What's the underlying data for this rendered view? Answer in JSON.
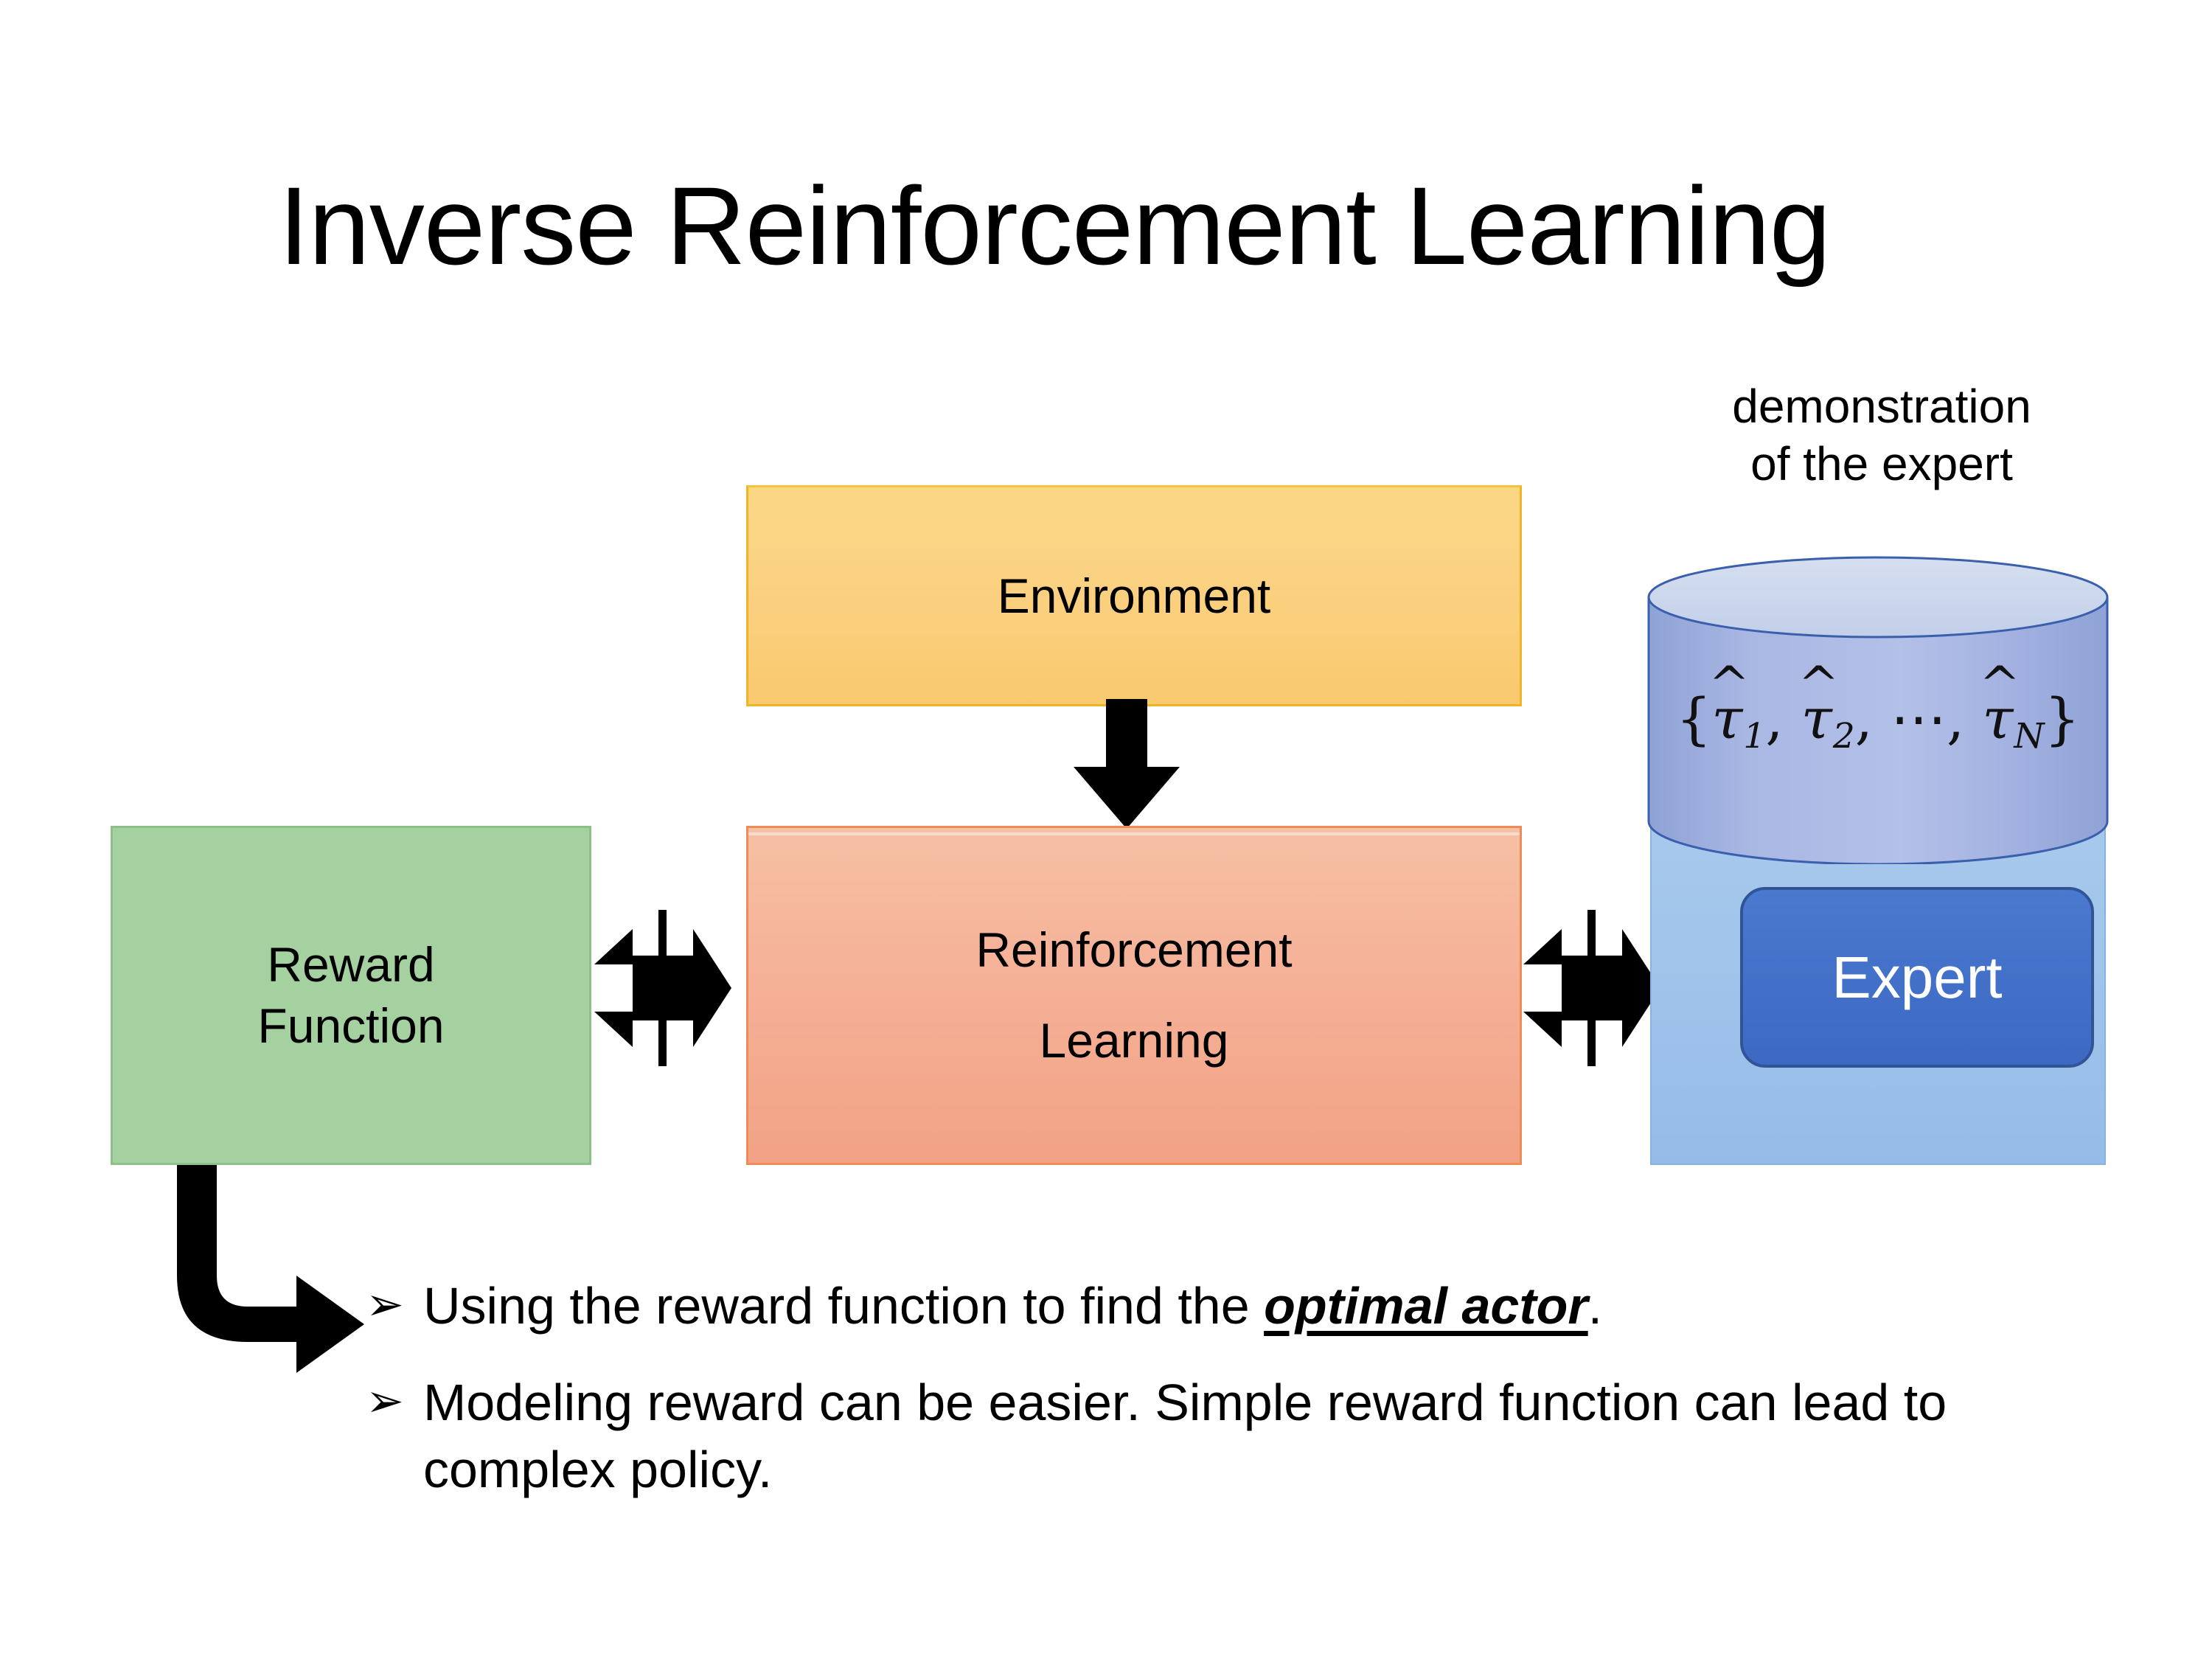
{
  "slide": {
    "title": "Inverse Reinforcement Learning",
    "background_color": "#ffffff"
  },
  "diagram": {
    "environment": {
      "label": "Environment",
      "fill_color": "#fbd284",
      "border_color": "#f0b429"
    },
    "reinforcement_learning": {
      "label_line1": "Reinforcement",
      "label_line2": "Learning",
      "fill_color": "#f5b197",
      "border_color": "#ed8b59"
    },
    "reward_function": {
      "label_line1": "Reward",
      "label_line2": "Function",
      "fill_color": "#a5d0a0",
      "border_color": "#8fc08a"
    },
    "expert": {
      "label": "Expert",
      "fill_color": "#4270c8",
      "border_color": "#2f5597",
      "text_color": "#ffffff"
    },
    "expert_panel": {
      "fill_color": "#9ec2ea"
    },
    "demonstration": {
      "caption_line1": "demonstration",
      "caption_line2": "of the expert",
      "cylinder_fill_color": "#a8b6e0",
      "cylinder_top_color": "#ccd6ea",
      "cylinder_stroke_color": "#2f5597",
      "formula": {
        "open_brace": "{",
        "term1_symbol": "τ",
        "term1_sub": "1",
        "sep1": ", ",
        "term2_symbol": "τ",
        "term2_sub": "2",
        "sep2": ", ",
        "ellipsis": "⋯",
        "sep3": ", ",
        "term3_symbol": "τ",
        "term3_sub": "N",
        "close_brace": "}",
        "hat": "^",
        "plain_text": "{τ̂1, τ̂2, ⋯, τ̂N}"
      }
    },
    "connectors": [
      {
        "name": "environment-to-rl",
        "type": "down-arrow",
        "color": "#000000"
      },
      {
        "name": "reward-rl-link",
        "type": "quad-arrow",
        "color": "#000000"
      },
      {
        "name": "rl-expert-link",
        "type": "quad-arrow",
        "color": "#000000"
      },
      {
        "name": "reward-to-bullets",
        "type": "elbow-arrow",
        "color": "#000000"
      }
    ]
  },
  "bullets": {
    "marker": "➢",
    "items": [
      {
        "prefix": "Using the reward function to find the ",
        "emphasis": "optimal actor",
        "suffix": "."
      },
      {
        "prefix": "Modeling reward can be easier. Simple reward function can lead to complex policy.",
        "emphasis": "",
        "suffix": ""
      }
    ]
  }
}
